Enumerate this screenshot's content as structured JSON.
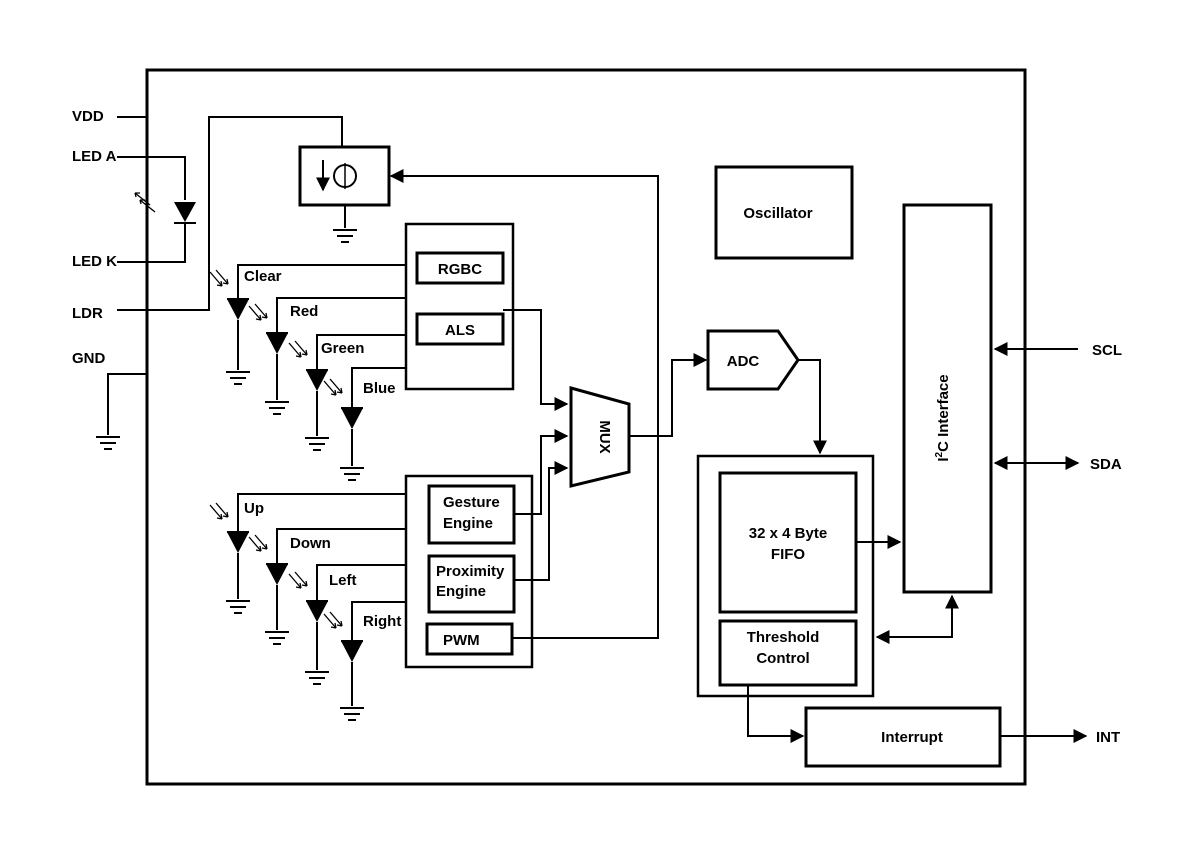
{
  "pins": {
    "vdd": "VDD",
    "led_a": "LED A",
    "led_k": "LED K",
    "ldr": "LDR",
    "gnd": "GND",
    "scl": "SCL",
    "sda": "SDA",
    "int": "INT"
  },
  "photodiodes": {
    "clear": "Clear",
    "red": "Red",
    "green": "Green",
    "blue": "Blue",
    "up": "Up",
    "down": "Down",
    "left": "Left",
    "right": "Right"
  },
  "blocks": {
    "rgbc": "RGBC",
    "als": "ALS",
    "gesture_line1": "Gesture",
    "gesture_line2": "Engine",
    "proximity_line1": "Proximity",
    "proximity_line2": "Engine",
    "pwm": "PWM",
    "mux": "MUX",
    "adc": "ADC",
    "oscillator": "Oscillator",
    "i2c_prefix": "I",
    "i2c_sup": "2",
    "i2c_suffix": "C Interface",
    "fifo_line1": "32 x 4 Byte",
    "fifo_line2": "FIFO",
    "threshold_line1": "Threshold",
    "threshold_line2": "Control",
    "interrupt": "Interrupt"
  }
}
